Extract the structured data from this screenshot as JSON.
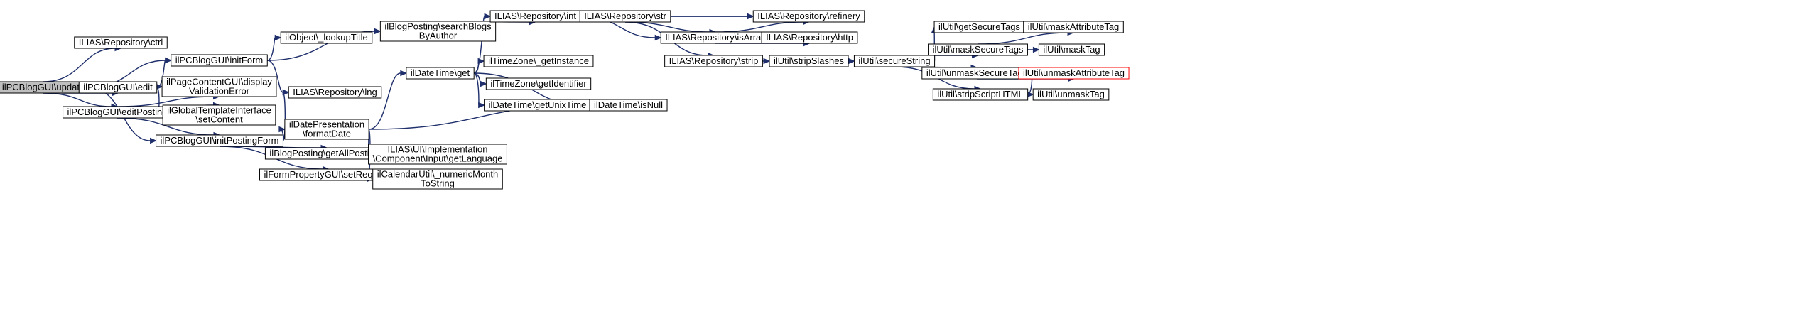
{
  "graph": {
    "nodes": [
      {
        "id": "n_update",
        "lines": [
          "ilPCBlogGUI\\update"
        ],
        "root": true
      },
      {
        "id": "n_ctrl",
        "lines": [
          "ILIAS\\Repository\\ctrl"
        ]
      },
      {
        "id": "n_initform",
        "lines": [
          "ilPCBlogGUI\\initForm"
        ]
      },
      {
        "id": "n_edit",
        "lines": [
          "ilPCBlogGUI\\edit"
        ]
      },
      {
        "id": "n_editposting",
        "lines": [
          "ilPCBlogGUI\\editPosting"
        ]
      },
      {
        "id": "n_initpostingform",
        "lines": [
          "ilPCBlogGUI\\initPostingForm"
        ]
      },
      {
        "id": "n_lookuptitle",
        "lines": [
          "ilObject\\_lookupTitle"
        ]
      },
      {
        "id": "n_pagecontent",
        "lines": [
          "ilPageContentGUI\\display",
          "ValidationError"
        ]
      },
      {
        "id": "n_globaltpl",
        "lines": [
          "ilGlobalTemplateInterface",
          "\\setContent"
        ]
      },
      {
        "id": "n_lng",
        "lines": [
          "ILIAS\\Repository\\lng"
        ]
      },
      {
        "id": "n_searchblogs",
        "lines": [
          "ilBlogPosting\\searchBlogs",
          "ByAuthor"
        ]
      },
      {
        "id": "n_datepres",
        "lines": [
          "ilDatePresentation",
          "\\formatDate"
        ]
      },
      {
        "id": "n_getallpostings",
        "lines": [
          "ilBlogPosting\\getAllPostings"
        ]
      },
      {
        "id": "n_setrequired",
        "lines": [
          "ilFormPropertyGUI\\setRequired"
        ]
      },
      {
        "id": "n_datetimeget",
        "lines": [
          "ilDateTime\\get"
        ]
      },
      {
        "id": "n_getlanguage",
        "lines": [
          "ILIAS\\UI\\Implementation",
          "\\Component\\Input\\getLanguage"
        ]
      },
      {
        "id": "n_numericmonth",
        "lines": [
          "ilCalendarUtil\\_numericMonth",
          "ToString"
        ]
      },
      {
        "id": "n_int",
        "lines": [
          "ILIAS\\Repository\\int"
        ]
      },
      {
        "id": "n_getinstance",
        "lines": [
          "ilTimeZone\\_getInstance"
        ]
      },
      {
        "id": "n_getidentifier",
        "lines": [
          "ilTimeZone\\getIdentifier"
        ]
      },
      {
        "id": "n_getunixtime",
        "lines": [
          "ilDateTime\\getUnixTime"
        ]
      },
      {
        "id": "n_isnull",
        "lines": [
          "ilDateTime\\isNull"
        ]
      },
      {
        "id": "n_str",
        "lines": [
          "ILIAS\\Repository\\str"
        ]
      },
      {
        "id": "n_isarray",
        "lines": [
          "ILIAS\\Repository\\isArray"
        ]
      },
      {
        "id": "n_strip",
        "lines": [
          "ILIAS\\Repository\\strip"
        ]
      },
      {
        "id": "n_refinery",
        "lines": [
          "ILIAS\\Repository\\refinery"
        ]
      },
      {
        "id": "n_http",
        "lines": [
          "ILIAS\\Repository\\http"
        ]
      },
      {
        "id": "n_stripslashes",
        "lines": [
          "ilUtil\\stripSlashes"
        ]
      },
      {
        "id": "n_securestring",
        "lines": [
          "ilUtil\\secureString"
        ]
      },
      {
        "id": "n_getsecuretags",
        "lines": [
          "ilUtil\\getSecureTags"
        ]
      },
      {
        "id": "n_masksecuretags",
        "lines": [
          "ilUtil\\maskSecureTags"
        ]
      },
      {
        "id": "n_unmasksecuretags",
        "lines": [
          "ilUtil\\unmaskSecureTags"
        ]
      },
      {
        "id": "n_stripscripthtml",
        "lines": [
          "ilUtil\\stripScriptHTML"
        ]
      },
      {
        "id": "n_maskattributetag",
        "lines": [
          "ilUtil\\maskAttributeTag"
        ]
      },
      {
        "id": "n_masktag",
        "lines": [
          "ilUtil\\maskTag"
        ]
      },
      {
        "id": "n_unmaskattributetag",
        "lines": [
          "ilUtil\\unmaskAttributeTag"
        ],
        "red": true
      },
      {
        "id": "n_unmasktag",
        "lines": [
          "ilUtil\\unmaskTag"
        ]
      }
    ],
    "edges": [
      [
        "n_update",
        "n_ctrl"
      ],
      [
        "n_update",
        "n_initform"
      ],
      [
        "n_update",
        "n_edit"
      ],
      [
        "n_update",
        "n_editposting"
      ],
      [
        "n_update",
        "n_initpostingform"
      ],
      [
        "n_initform",
        "n_lookuptitle"
      ],
      [
        "n_initform",
        "n_searchblogs"
      ],
      [
        "n_initform",
        "n_lng"
      ],
      [
        "n_edit",
        "n_initform"
      ],
      [
        "n_edit",
        "n_pagecontent"
      ],
      [
        "n_edit",
        "n_globaltpl"
      ],
      [
        "n_editposting",
        "n_pagecontent"
      ],
      [
        "n_editposting",
        "n_globaltpl"
      ],
      [
        "n_editposting",
        "n_initpostingform"
      ],
      [
        "n_initpostingform",
        "n_lng"
      ],
      [
        "n_initpostingform",
        "n_datepres"
      ],
      [
        "n_initpostingform",
        "n_getallpostings"
      ],
      [
        "n_initpostingform",
        "n_setrequired"
      ],
      [
        "n_searchblogs",
        "n_int"
      ],
      [
        "n_datepres",
        "n_datetimeget"
      ],
      [
        "n_datepres",
        "n_isnull"
      ],
      [
        "n_datepres",
        "n_getlanguage"
      ],
      [
        "n_datepres",
        "n_numericmonth"
      ],
      [
        "n_datetimeget",
        "n_int"
      ],
      [
        "n_datetimeget",
        "n_getinstance"
      ],
      [
        "n_datetimeget",
        "n_getidentifier"
      ],
      [
        "n_datetimeget",
        "n_getunixtime"
      ],
      [
        "n_datetimeget",
        "n_isnull"
      ],
      [
        "n_getunixtime",
        "n_isnull"
      ],
      [
        "n_int",
        "n_str"
      ],
      [
        "n_int",
        "n_refinery"
      ],
      [
        "n_int",
        "n_isarray"
      ],
      [
        "n_str",
        "n_refinery"
      ],
      [
        "n_str",
        "n_isarray"
      ],
      [
        "n_str",
        "n_strip"
      ],
      [
        "n_isarray",
        "n_refinery"
      ],
      [
        "n_isarray",
        "n_http"
      ],
      [
        "n_strip",
        "n_stripslashes"
      ],
      [
        "n_stripslashes",
        "n_securestring"
      ],
      [
        "n_securestring",
        "n_getsecuretags"
      ],
      [
        "n_securestring",
        "n_masksecuretags"
      ],
      [
        "n_securestring",
        "n_unmasksecuretags"
      ],
      [
        "n_securestring",
        "n_stripscripthtml"
      ],
      [
        "n_masksecuretags",
        "n_maskattributetag"
      ],
      [
        "n_masksecuretags",
        "n_masktag"
      ],
      [
        "n_unmasksecuretags",
        "n_unmaskattributetag"
      ],
      [
        "n_unmasksecuretags",
        "n_unmasktag"
      ]
    ]
  }
}
